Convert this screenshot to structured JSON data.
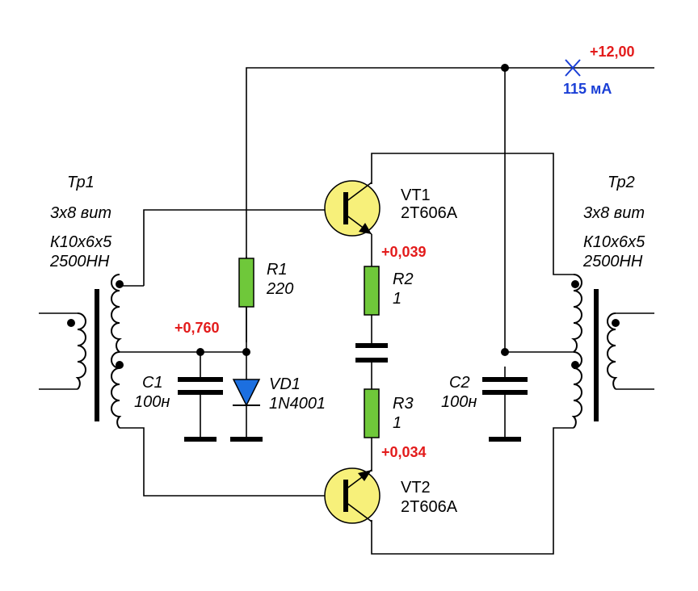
{
  "colors": {
    "voltage": "#e31b1b",
    "current": "#1a3fd6",
    "resistor": "#6fc83a",
    "transistor": "#f7f07a",
    "diode": "#1c6fe0"
  },
  "supply": {
    "voltage": "+12,00",
    "current": "115 мА"
  },
  "tr1": {
    "name": "Тр1",
    "turns": "3х8 вит",
    "core": "К10х6х5",
    "material": "2500НН"
  },
  "tr2": {
    "name": "Тр2",
    "turns": "3х8 вит",
    "core": "К10х6х5",
    "material": "2500НН"
  },
  "vt1": {
    "name": "VT1",
    "type": "2Т606А"
  },
  "vt2": {
    "name": "VT2",
    "type": "2Т606А"
  },
  "r1": {
    "name": "R1",
    "value": "220"
  },
  "r2": {
    "name": "R2",
    "value": "1"
  },
  "r3": {
    "name": "R3",
    "value": "1"
  },
  "c1": {
    "name": "C1",
    "value": "100н"
  },
  "c2": {
    "name": "C2",
    "value": "100н"
  },
  "vd1": {
    "name": "VD1",
    "type": "1N4001"
  },
  "measurements": {
    "bias": "+0,760",
    "vt1_emitter": "+0,039",
    "vt2_emitter": "+0,034"
  }
}
